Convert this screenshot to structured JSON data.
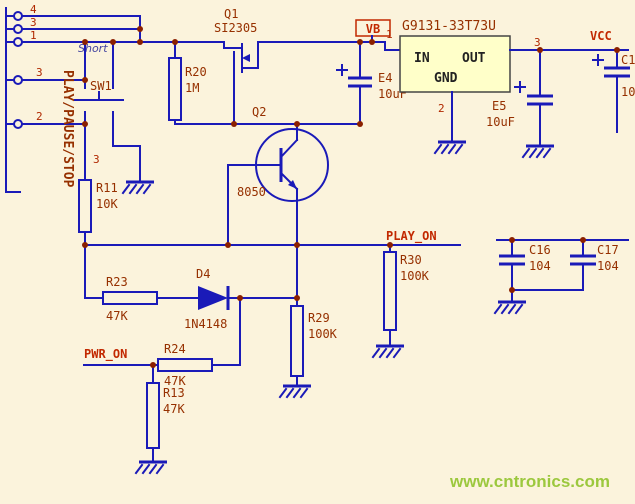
{
  "watermark": "www.cntronics.com",
  "annotation": "Short",
  "side_label": "PLAY/PAUSE/STOP",
  "nets": {
    "vb": "VB",
    "vcc": "VCC",
    "play": "PLAY_ON",
    "pwr": "PWR_ON"
  },
  "connector": {
    "p4": "4",
    "p3a": "3",
    "p1": "1",
    "p3b": "3",
    "p2": "2"
  },
  "switch": {
    "ref": "SW1",
    "pin": "3"
  },
  "ic": {
    "title": "G9131-33T73U",
    "pin_in": "IN",
    "pin_out": "OUT",
    "pin_gnd": "GND",
    "p1": "1",
    "p2": "2",
    "p3": "3"
  },
  "parts": {
    "q1": {
      "ref": "Q1",
      "value": "SI2305"
    },
    "q2": {
      "ref": "Q2",
      "value": "8050"
    },
    "r20": {
      "ref": "R20",
      "value": "1M"
    },
    "r11": {
      "ref": "R11",
      "value": "10K"
    },
    "r23": {
      "ref": "R23",
      "value": "47K"
    },
    "d4": {
      "ref": "D4",
      "value": "1N4148"
    },
    "r24": {
      "ref": "R24",
      "value": "47K"
    },
    "r13": {
      "ref": "R13",
      "value": "47K"
    },
    "r29": {
      "ref": "R29",
      "value": "100K"
    },
    "r30": {
      "ref": "R30",
      "value": "100K"
    },
    "e4": {
      "ref": "E4",
      "value": "10uF"
    },
    "e5": {
      "ref": "E5",
      "value": "10uF"
    },
    "c16": {
      "ref": "C16",
      "value": "104"
    },
    "c17": {
      "ref": "C17",
      "value": "104"
    },
    "c18": {
      "ref": "C1",
      "value": "10"
    }
  }
}
